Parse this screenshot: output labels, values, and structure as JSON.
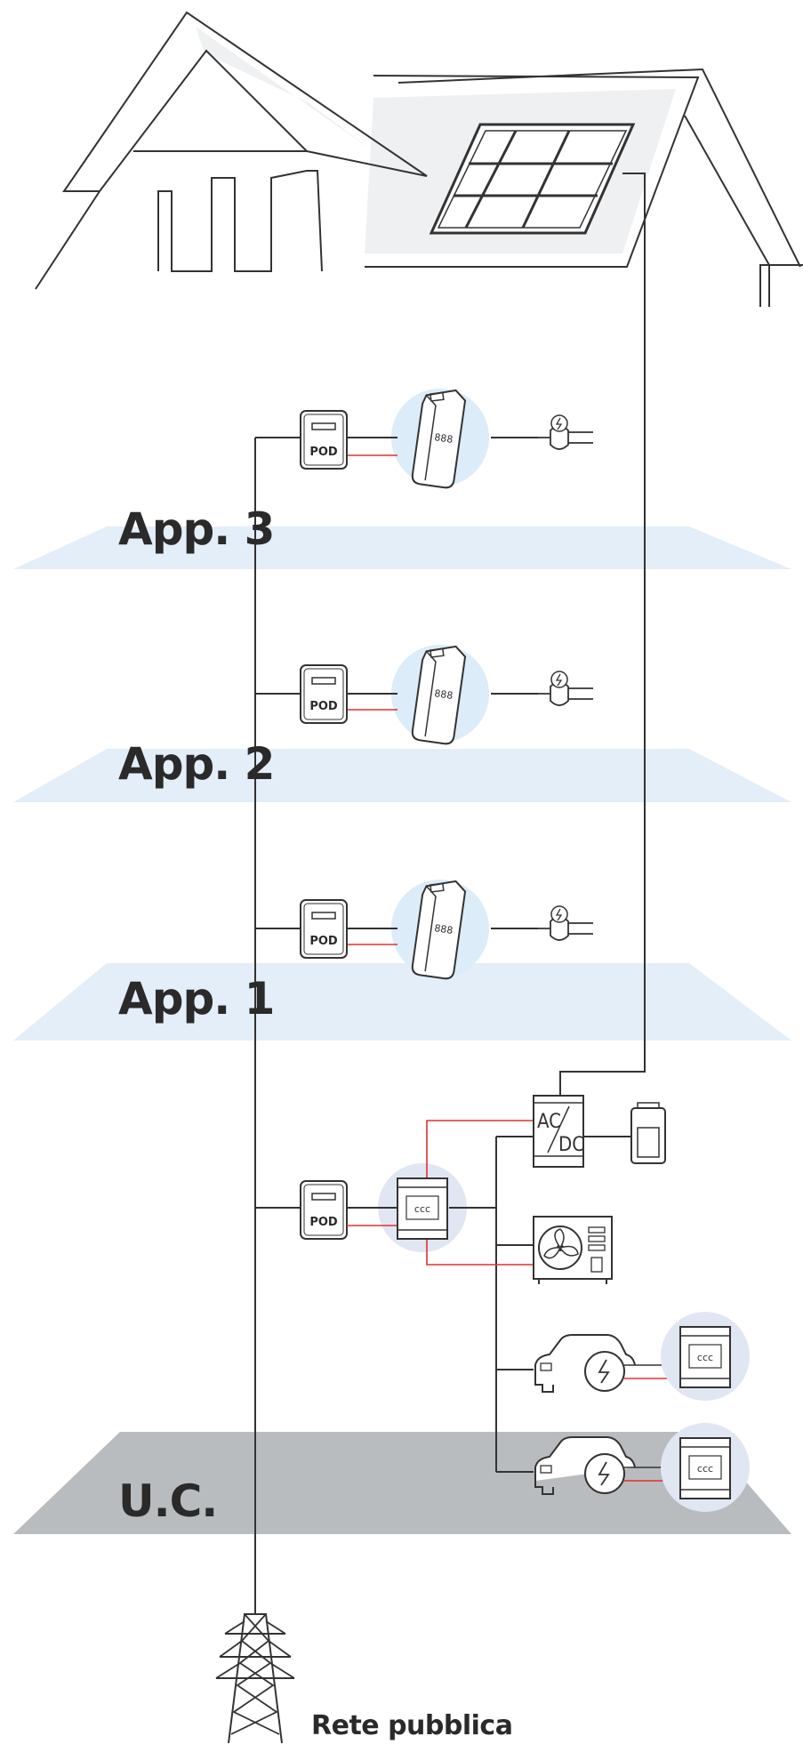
{
  "floors": [
    {
      "label": "App. 3",
      "pod_label": "POD"
    },
    {
      "label": "App. 2",
      "pod_label": "POD"
    },
    {
      "label": "App. 1",
      "pod_label": "POD"
    },
    {
      "label": "U.C.",
      "pod_label": "POD"
    }
  ],
  "inverter": {
    "top": "AC",
    "bottom": "DC"
  },
  "grid": {
    "label": "Rete pubblica"
  },
  "colors": {
    "line": "#333333",
    "red_cable": "#e03030",
    "floor_plane": "#e3eef8",
    "uc_plane": "#b9bcbf",
    "device_circle": "#dcecf8",
    "uc_circle": "#e1e6f3"
  }
}
